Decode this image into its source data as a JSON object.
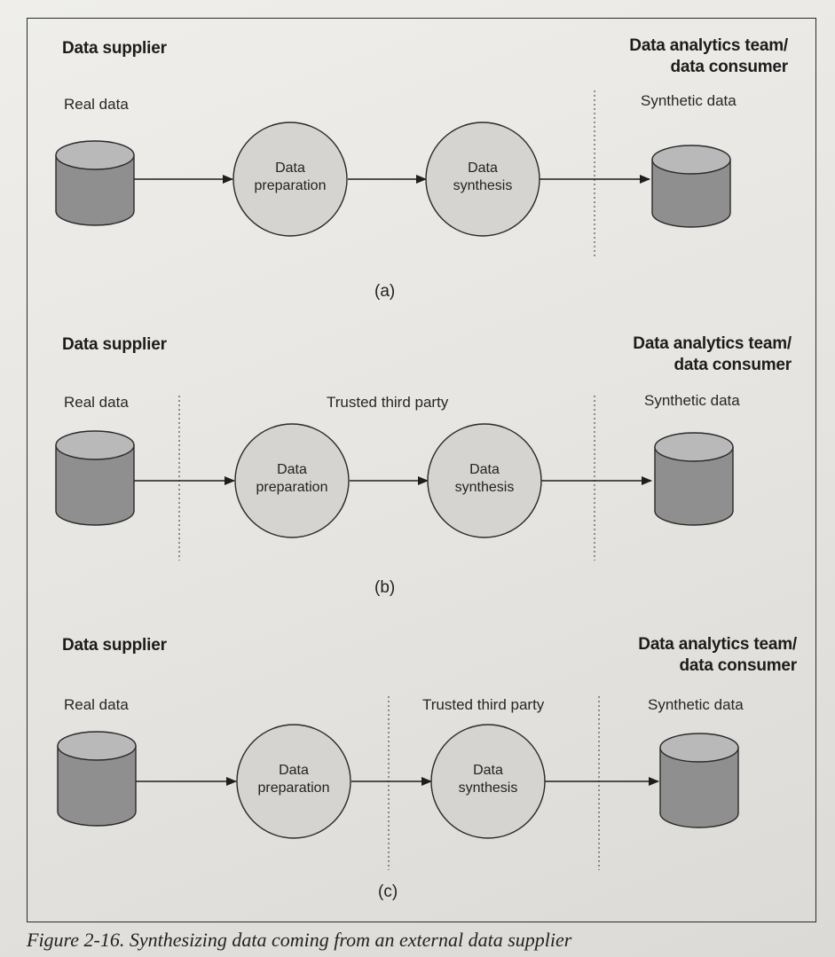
{
  "panels": [
    {
      "sublabel": "(a)",
      "supplier_heading": "Data supplier",
      "consumer_heading_line1": "Data analytics team/",
      "consumer_heading_line2": "data consumer",
      "real_data": "Real data",
      "synthetic_data": "Synthetic data",
      "trusted_third_party": "",
      "prep_line1": "Data",
      "prep_line2": "preparation",
      "synth_line1": "Data",
      "synth_line2": "synthesis"
    },
    {
      "sublabel": "(b)",
      "supplier_heading": "Data supplier",
      "consumer_heading_line1": "Data analytics team/",
      "consumer_heading_line2": "data consumer",
      "real_data": "Real data",
      "synthetic_data": "Synthetic data",
      "trusted_third_party": "Trusted third party",
      "prep_line1": "Data",
      "prep_line2": "preparation",
      "synth_line1": "Data",
      "synth_line2": "synthesis"
    },
    {
      "sublabel": "(c)",
      "supplier_heading": "Data supplier",
      "consumer_heading_line1": "Data analytics team/",
      "consumer_heading_line2": "data consumer",
      "real_data": "Real data",
      "synthetic_data": "Synthetic data",
      "trusted_third_party": "Trusted third party",
      "prep_line1": "Data",
      "prep_line2": "preparation",
      "synth_line1": "Data",
      "synth_line2": "synthesis"
    }
  ],
  "caption": "Figure 2-16. Synthesizing data coming from an external data supplier",
  "colors": {
    "cylinder_body": "#8f8f8f",
    "cylinder_top": "#b9b9b9",
    "process_circle": "#d6d4d1",
    "line": "#1e1e1e"
  }
}
